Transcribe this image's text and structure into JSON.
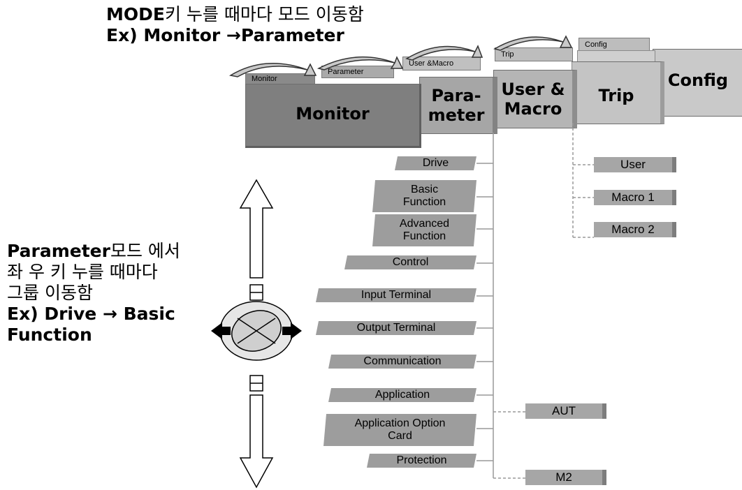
{
  "header": {
    "line1_bold": "MODE",
    "line1_rest": "키 누를 때마다 모드 이동함",
    "line2": "Ex) Monitor →Parameter"
  },
  "side_note": {
    "line1_bold": "Parameter",
    "line1_rest": "모드 에서",
    "line2": "좌 우 키 누를 때마다",
    "line3": "그룹 이동함",
    "line4": "Ex) Drive → Basic",
    "line5": "Function"
  },
  "mode_tabs": {
    "monitor": "Monitor",
    "parameter": "Parameter",
    "user_macro": "User &Macro",
    "trip": "Trip",
    "config": "Config"
  },
  "mode_blocks": {
    "monitor": "Monitor",
    "parameter_1": "Para-",
    "parameter_2": "meter",
    "user_macro_1": "User &",
    "user_macro_2": "Macro",
    "trip": "Trip",
    "config": "Config"
  },
  "groups": {
    "drive": "Drive",
    "basic_1": "Basic",
    "basic_2": "Function",
    "advanced_1": "Advanced",
    "advanced_2": "Function",
    "control": "Control",
    "input_terminal": "Input Terminal",
    "output_terminal": "Output Terminal",
    "communication": "Communication",
    "application": "Application",
    "app_option_1": "Application Option",
    "app_option_2": "Card",
    "protection": "Protection"
  },
  "user_macro_groups": {
    "user": "User",
    "macro1": "Macro 1",
    "macro2": "Macro 2"
  },
  "sub_groups": {
    "aut": "AUT",
    "m2": "M2"
  },
  "colors": {
    "monitor_block": "#7f7f7f",
    "light_block": "#c8c8c8",
    "tag_fill": "#9d9d9d"
  }
}
